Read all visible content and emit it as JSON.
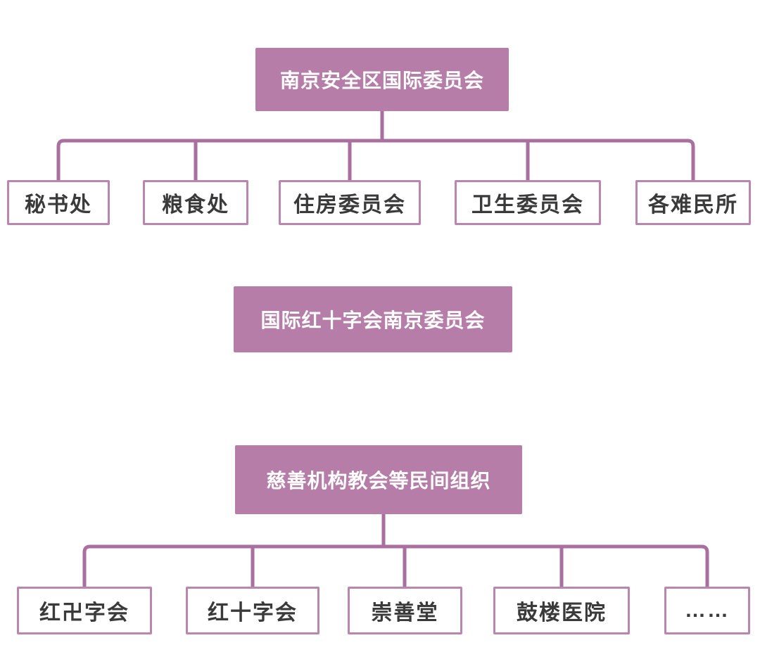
{
  "sections": [
    {
      "root": {
        "label": "南京安全区国际委员会"
      },
      "children": [
        {
          "label": "秘书处"
        },
        {
          "label": "粮食处"
        },
        {
          "label": "住房委员会"
        },
        {
          "label": "卫生委员会"
        },
        {
          "label": "各难民所"
        }
      ]
    },
    {
      "root": {
        "label": "国际红十字会南京委员会"
      },
      "children": []
    },
    {
      "root": {
        "label": "慈善机构教会等民间组织"
      },
      "children": [
        {
          "label": "红卍字会"
        },
        {
          "label": "红十字会"
        },
        {
          "label": "崇善堂"
        },
        {
          "label": "鼓楼医院"
        },
        {
          "label": "……"
        }
      ]
    }
  ],
  "colors": {
    "background": "#ffffff",
    "parent_fill": "#b57da7",
    "parent_text": "#ffffff",
    "connector_line": "#a86f9f",
    "child_border": "#b886ae",
    "child_text": "#3a3a3a"
  }
}
